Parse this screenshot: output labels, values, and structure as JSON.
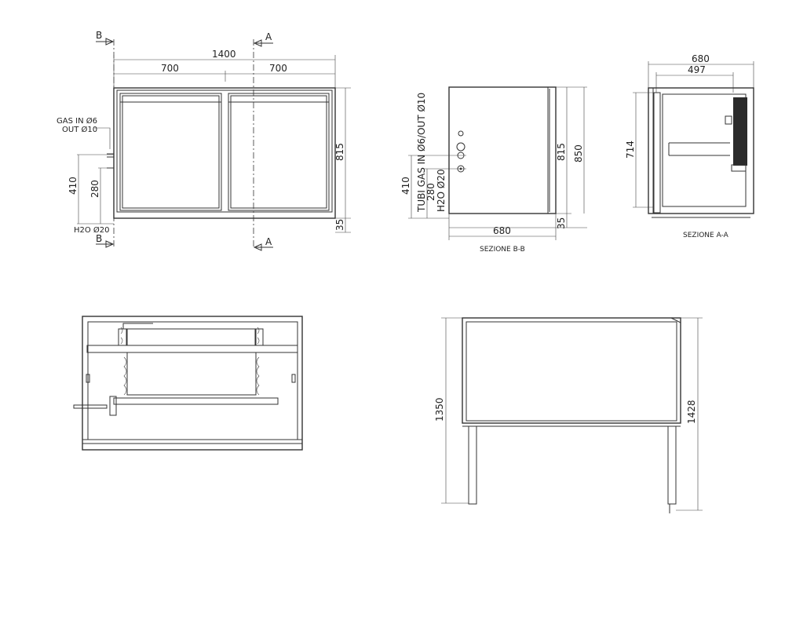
{
  "front_view": {
    "section_marker_b": "B",
    "section_marker_a": "A",
    "dim_total_width": "1400",
    "dim_left_half": "700",
    "dim_right_half": "700",
    "dim_height": "815",
    "dim_base": "35",
    "dim_pipe_height": "410",
    "dim_water_height": "280",
    "label_gas_in": "GAS IN Ø6",
    "label_gas_out": "OUT Ø10",
    "label_water": "H2O Ø20"
  },
  "section_bb": {
    "label_pipes": "TUBI GAS IN Ø6/OUT Ø10",
    "label_water": "H2O Ø20",
    "dim_pipe_height": "410",
    "dim_water_height": "280",
    "dim_height": "815",
    "dim_total_height": "850",
    "dim_base": "35",
    "dim_depth": "680",
    "caption": "SEZIONE B-B"
  },
  "section_aa": {
    "dim_depth": "680",
    "dim_inner": "497",
    "dim_height": "714",
    "caption": "SEZIONE A-A"
  },
  "side_view": {
    "dim_top_height": "1350",
    "dim_total_height": "1428"
  }
}
